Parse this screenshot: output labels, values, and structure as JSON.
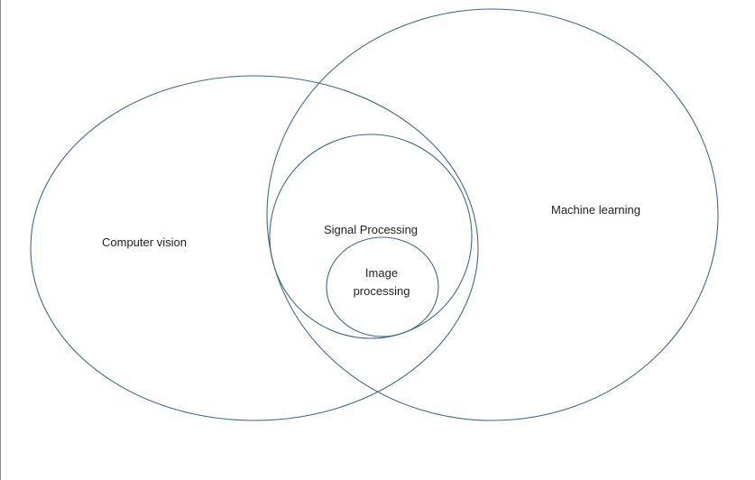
{
  "diagram": {
    "stroke_color": "#3d6b8a",
    "labels": {
      "computer_vision": "Computer vision",
      "machine_learning": "Machine learning",
      "signal_processing": "Signal Processing",
      "image_processing_line1": "Image",
      "image_processing_line2": "processing"
    }
  }
}
